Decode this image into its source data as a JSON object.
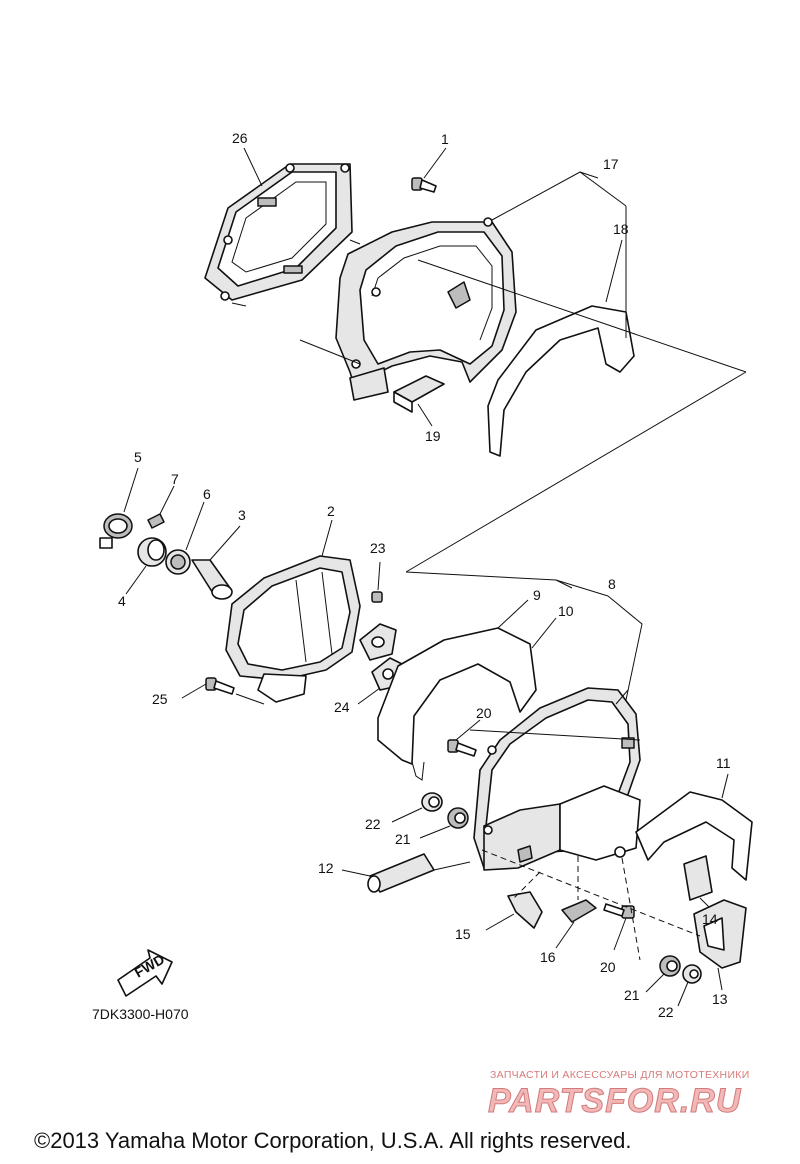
{
  "callouts": [
    {
      "id": "c1",
      "label": "1"
    },
    {
      "id": "c2",
      "label": "2"
    },
    {
      "id": "c3",
      "label": "3"
    },
    {
      "id": "c4",
      "label": "4"
    },
    {
      "id": "c5",
      "label": "5"
    },
    {
      "id": "c6",
      "label": "6"
    },
    {
      "id": "c7",
      "label": "7"
    },
    {
      "id": "c8",
      "label": "8"
    },
    {
      "id": "c9",
      "label": "9"
    },
    {
      "id": "c10",
      "label": "10"
    },
    {
      "id": "c11",
      "label": "11"
    },
    {
      "id": "c12",
      "label": "12"
    },
    {
      "id": "c13",
      "label": "13"
    },
    {
      "id": "c14",
      "label": "14"
    },
    {
      "id": "c15",
      "label": "15"
    },
    {
      "id": "c16",
      "label": "16"
    },
    {
      "id": "c17",
      "label": "17"
    },
    {
      "id": "c18",
      "label": "18"
    },
    {
      "id": "c19",
      "label": "19"
    },
    {
      "id": "c20a",
      "label": "20"
    },
    {
      "id": "c20b",
      "label": "20"
    },
    {
      "id": "c21a",
      "label": "21"
    },
    {
      "id": "c21b",
      "label": "21"
    },
    {
      "id": "c22a",
      "label": "22"
    },
    {
      "id": "c22b",
      "label": "22"
    },
    {
      "id": "c23",
      "label": "23"
    },
    {
      "id": "c24",
      "label": "24"
    },
    {
      "id": "c25",
      "label": "25"
    },
    {
      "id": "c26",
      "label": "26"
    }
  ],
  "fwd_label": "FWD",
  "drawing_code": "7DK3300-H070",
  "watermark": {
    "tagline": "ЗАПЧАСТИ И АКСЕССУАРЫ ДЛЯ МОТОТЕХНИКИ",
    "brand": "PARTSFOR.RU",
    "color": "#e07a7a"
  },
  "copyright": "©2013 Yamaha Motor Corporation, U.S.A. All rights reserved."
}
